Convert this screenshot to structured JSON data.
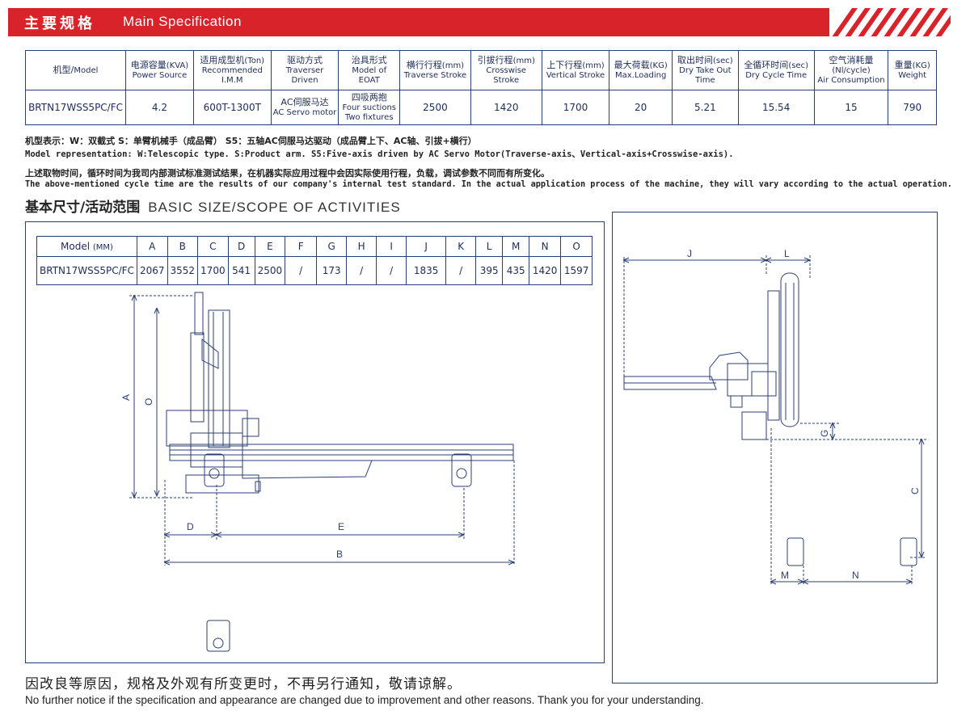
{
  "banner": {
    "title_cn": "主要规格",
    "title_en": "Main Specification"
  },
  "spec_table": {
    "headers": [
      {
        "cn": "机型/",
        "en": "Model"
      },
      {
        "cn": "电源容量",
        "unit": "(KVA)",
        "en": "Power Source"
      },
      {
        "cn": "适用成型机",
        "unit": "(Ton)",
        "en": "Recommended",
        "en2": "I.M.M"
      },
      {
        "cn": "驱动方式",
        "en": "Traverser Driven"
      },
      {
        "cn": "治具形式",
        "en": "Model of EOAT"
      },
      {
        "cn": "横行行程",
        "unit": "(mm)",
        "en": "Traverse Stroke"
      },
      {
        "cn": "引拔行程",
        "unit": "(mm)",
        "en": "Crosswise Stroke"
      },
      {
        "cn": "上下行程",
        "unit": "(mm)",
        "en": "Vertical Stroke"
      },
      {
        "cn": "最大荷载",
        "unit": "(KG)",
        "en": "Max.Loading"
      },
      {
        "cn": "取出时间",
        "unit": "(sec)",
        "en": "Dry Take Out",
        "en2": "Time"
      },
      {
        "cn": "全循环时间",
        "unit": "(sec)",
        "en": "Dry Cycle Time"
      },
      {
        "cn": "空气消耗量",
        "unit": "(Nl/cycle)",
        "en": "Air Consumption"
      },
      {
        "cn": "重量",
        "unit": "(KG)",
        "en": "Weight"
      }
    ],
    "row": {
      "model": "BRTN17WSS5PC/FC",
      "power": "4.2",
      "imm": "600T-1300T",
      "driven_cn": "AC伺服马达",
      "driven_en": "AC Servo motor",
      "eoat_cn": "四吸两抱",
      "eoat_en1": "Four suctions",
      "eoat_en2": "Two fixtures",
      "traverse": "2500",
      "crosswise": "1420",
      "vertical": "1700",
      "loading": "20",
      "take_out": "5.21",
      "cycle": "15.54",
      "air": "15",
      "weight": "790"
    }
  },
  "notes": {
    "model_cn": "机型表示：W：双截式 S：单臂机械手（成品臂） S5：五轴AC伺服马达驱动（成品臂上下、AC轴、引拔+横行）",
    "model_en": "Model representation: W:Telescopic type. S:Product arm. S5:Five-axis driven by AC Servo Motor(Traverse-axis、Vertical-axis+Crosswise-axis).",
    "cycle_cn": "上述取物时间，循环时间为我司内部测试标准测试结果，在机器实际应用过程中会因实际使用行程，负载，调试参数不同而有所变化。",
    "cycle_en": "The above-mentioned cycle time are the results of our company's internal test standard. In the actual application process of the machine, they will vary according to the actual operation."
  },
  "section": {
    "title_cn": "基本尺寸/活动范围",
    "title_en": "BASIC SIZE/SCOPE OF ACTIVITIES"
  },
  "dims_table": {
    "model_header": "Model",
    "unit": "(MM)",
    "headers": [
      "A",
      "B",
      "C",
      "D",
      "E",
      "F",
      "G",
      "H",
      "I",
      "J",
      "K",
      "L",
      "M",
      "N",
      "O"
    ],
    "model": "BRTN17WSS5PC/FC",
    "values": [
      "2067",
      "3552",
      "1700",
      "541",
      "2500",
      "/",
      "173",
      "/",
      "/",
      "1835",
      "/",
      "395",
      "435",
      "1420",
      "1597"
    ]
  },
  "drawing_labels": {
    "A": "A",
    "O": "O",
    "D": "D",
    "E": "E",
    "B": "B",
    "J": "J",
    "L": "L",
    "G": "G",
    "C": "C",
    "M": "M",
    "N": "N"
  },
  "colors": {
    "accent": "#d9232b",
    "line": "#2b3f75"
  },
  "footer": {
    "cn": "因改良等原因，规格及外观有所变更时，不再另行通知，敬请谅解。",
    "en": "No further notice if the specification and appearance are changed due to improvement and other reasons. Thank you for your understanding."
  }
}
